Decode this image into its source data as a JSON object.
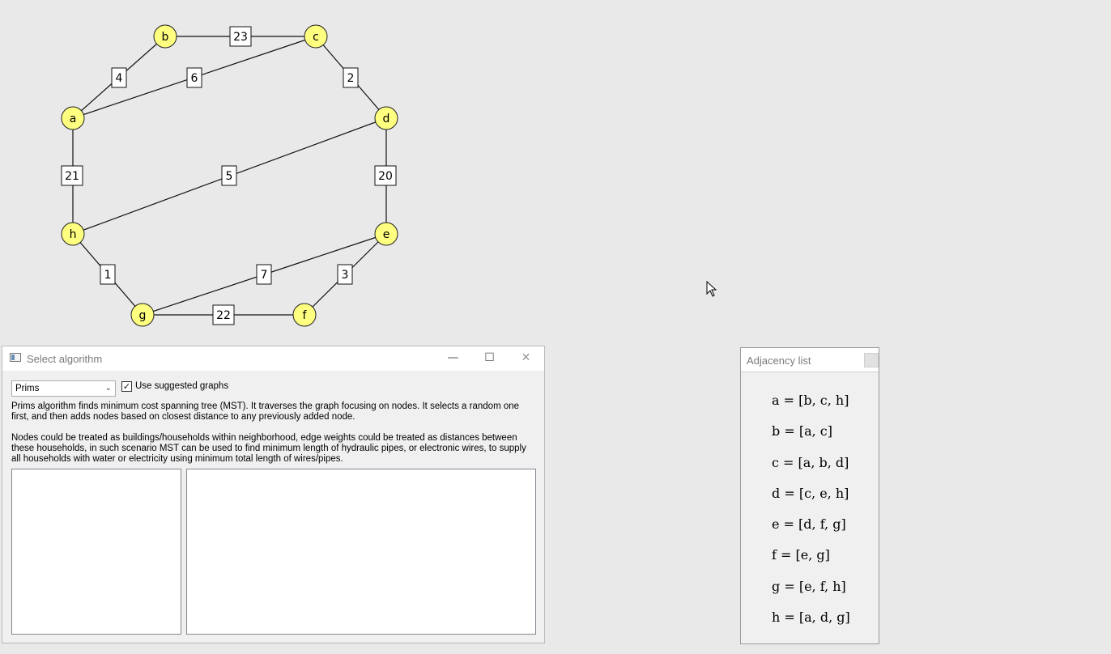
{
  "graph": {
    "nodes": [
      {
        "id": "a",
        "label": "a"
      },
      {
        "id": "b",
        "label": "b"
      },
      {
        "id": "c",
        "label": "c"
      },
      {
        "id": "d",
        "label": "d"
      },
      {
        "id": "e",
        "label": "e"
      },
      {
        "id": "f",
        "label": "f"
      },
      {
        "id": "g",
        "label": "g"
      },
      {
        "id": "h",
        "label": "h"
      }
    ],
    "edges": [
      {
        "from": "b",
        "to": "c",
        "weight": "23"
      },
      {
        "from": "a",
        "to": "b",
        "weight": "4"
      },
      {
        "from": "a",
        "to": "c",
        "weight": "6"
      },
      {
        "from": "c",
        "to": "d",
        "weight": "2"
      },
      {
        "from": "a",
        "to": "h",
        "weight": "21"
      },
      {
        "from": "d",
        "to": "h",
        "weight": "5"
      },
      {
        "from": "d",
        "to": "e",
        "weight": "20"
      },
      {
        "from": "h",
        "to": "g",
        "weight": "1"
      },
      {
        "from": "g",
        "to": "e",
        "weight": "7"
      },
      {
        "from": "f",
        "to": "e",
        "weight": "3"
      },
      {
        "from": "g",
        "to": "f",
        "weight": "22"
      }
    ],
    "node_color": "#ffff80"
  },
  "algo_window": {
    "title": "Select algorithm",
    "minimize_icon": "—",
    "maximize_icon": "☐",
    "close_icon": "✕",
    "algorithm_selected": "Prims",
    "use_suggested_checked": true,
    "use_suggested_label": "Use suggested graphs",
    "description_1": "Prims algorithm finds minimum cost spanning tree (MST). It traverses the graph focusing on nodes. It selects a random one first, and then adds nodes based on closest distance to any previously added node.",
    "description_2": "Nodes could be treated as buildings/households within neighborhood, edge weights could be treated as distances between these households, in such scenario MST can be used to find minimum length of hydraulic pipes, or electronic wires, to supply all households with water or electricity using minimum total length of wires/pipes."
  },
  "adjacency_window": {
    "title": "Adjacency list",
    "items": [
      "a = [b, c, h]",
      "b = [a, c]",
      "c = [a, b, d]",
      "d = [c, e, h]",
      "e = [d, f, g]",
      "f = [e, g]",
      "g = [e, f, h]",
      "h = [a, d, g]"
    ]
  }
}
